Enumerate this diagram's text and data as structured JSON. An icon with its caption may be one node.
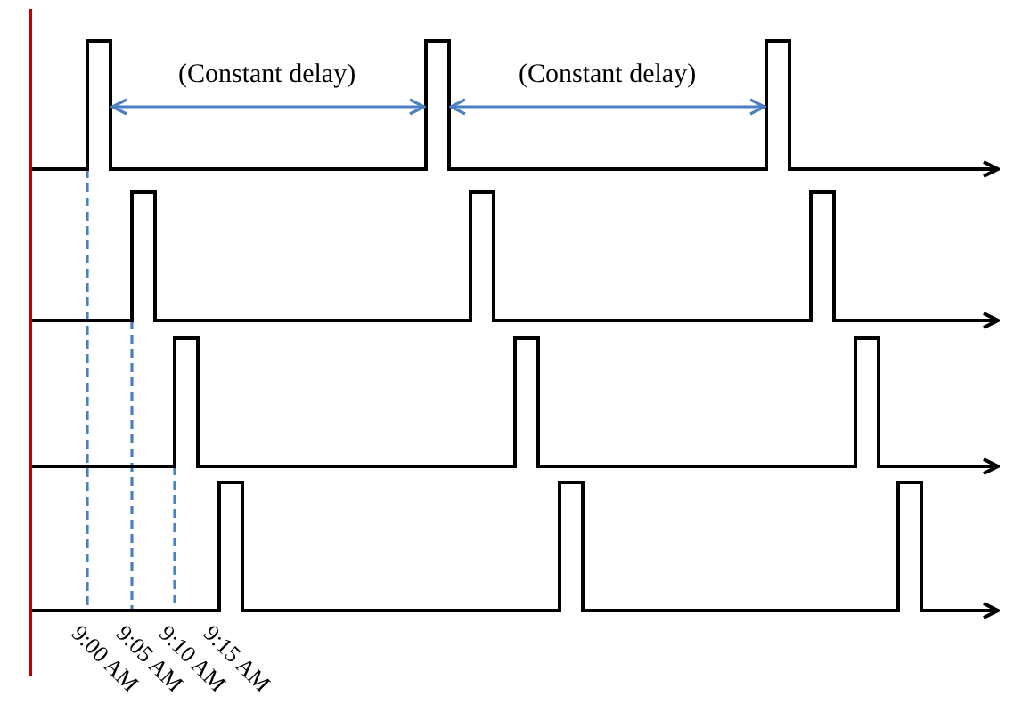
{
  "diagram": {
    "labels": [
      "(Constant delay)",
      "(Constant delay)",
      "9:00 AM",
      "9:05 AM",
      "9:10 AM",
      "9:15 AM"
    ]
  }
}
